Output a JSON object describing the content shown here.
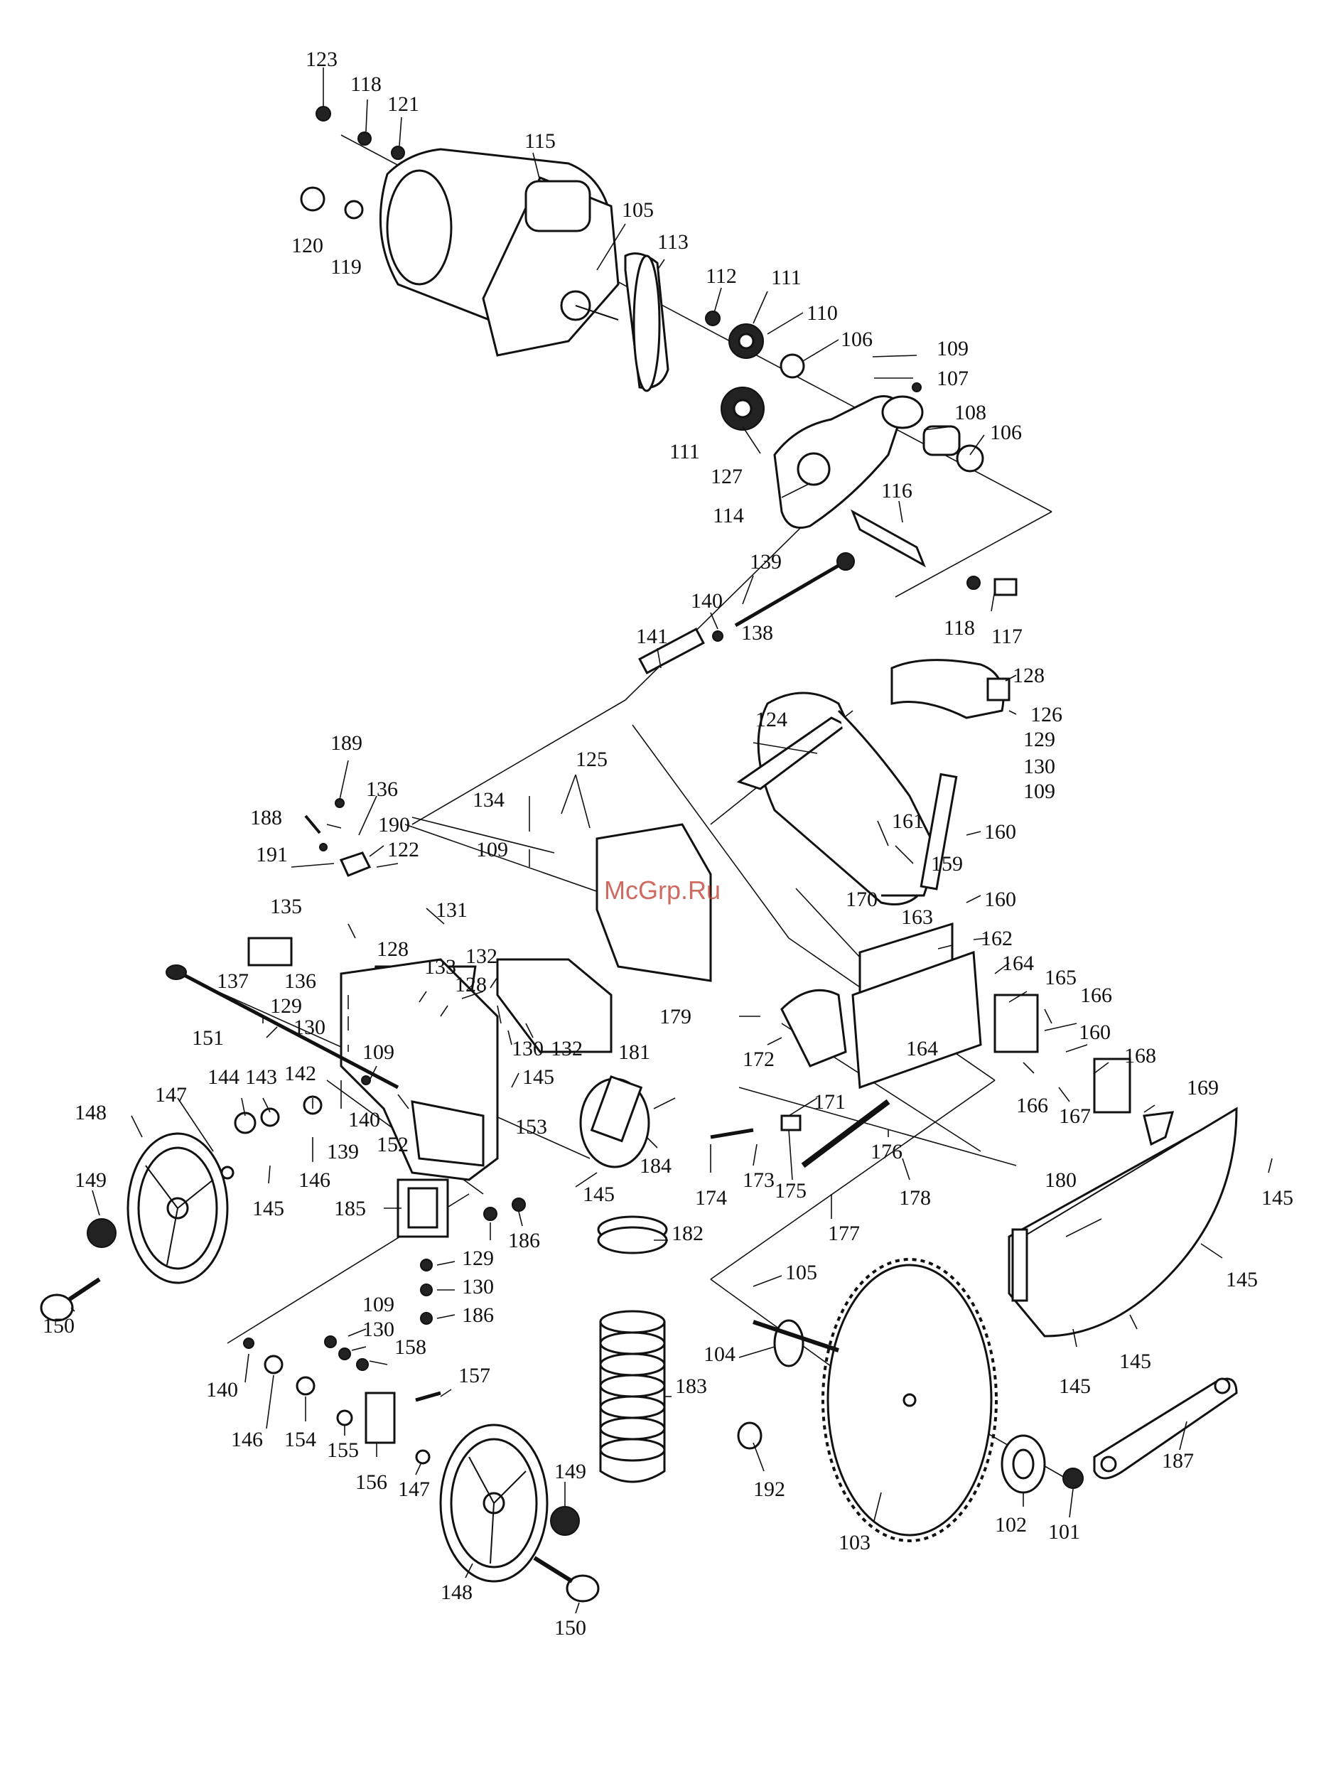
{
  "watermark": "McGrp.Ru",
  "part_numbers": {
    "p101": "101",
    "p102": "102",
    "p103": "103",
    "p104": "104",
    "p105a": "105",
    "p105b": "105",
    "p106a": "106",
    "p106b": "106",
    "p107": "107",
    "p108": "108",
    "p109a": "109",
    "p109b": "109",
    "p109c": "109",
    "p109d": "109",
    "p109e": "109",
    "p110": "110",
    "p111a": "111",
    "p111b": "111",
    "p112": "112",
    "p113": "113",
    "p114": "114",
    "p115": "115",
    "p116": "116",
    "p117": "117",
    "p118a": "118",
    "p118b": "118",
    "p119": "119",
    "p120": "120",
    "p121": "121",
    "p122": "122",
    "p123": "123",
    "p124": "124",
    "p125": "125",
    "p126": "126",
    "p127": "127",
    "p128a": "128",
    "p128b": "128",
    "p128c": "128",
    "p129a": "129",
    "p129b": "129",
    "p129c": "129",
    "p130a": "130",
    "p130b": "130",
    "p130c": "130",
    "p130d": "130",
    "p130e": "130",
    "p131": "131",
    "p132a": "132",
    "p132b": "132",
    "p133": "133",
    "p134": "134",
    "p135": "135",
    "p136a": "136",
    "p136b": "136",
    "p137": "137",
    "p138": "138",
    "p139a": "139",
    "p139b": "139",
    "p140a": "140",
    "p140b": "140",
    "p140c": "140",
    "p141": "141",
    "p142": "142",
    "p143": "143",
    "p144": "144",
    "p145a": "145",
    "p145b": "145",
    "p145c": "145",
    "p145d": "145",
    "p145e": "145",
    "p145f": "145",
    "p145g": "145",
    "p146a": "146",
    "p146b": "146",
    "p147a": "147",
    "p147b": "147",
    "p148a": "148",
    "p148b": "148",
    "p149a": "149",
    "p149b": "149",
    "p150a": "150",
    "p150b": "150",
    "p151": "151",
    "p152": "152",
    "p153": "153",
    "p154": "154",
    "p155": "155",
    "p156": "156",
    "p157": "157",
    "p158": "158",
    "p159": "159",
    "p160a": "160",
    "p160b": "160",
    "p160c": "160",
    "p161": "161",
    "p162": "162",
    "p163": "163",
    "p164a": "164",
    "p164b": "164",
    "p165": "165",
    "p166a": "166",
    "p166b": "166",
    "p167": "167",
    "p168": "168",
    "p169": "169",
    "p170": "170",
    "p171": "171",
    "p172": "172",
    "p173": "173",
    "p174": "174",
    "p175": "175",
    "p176": "176",
    "p177": "177",
    "p178": "178",
    "p179": "179",
    "p180": "180",
    "p181": "181",
    "p182": "182",
    "p183": "183",
    "p184": "184",
    "p185": "185",
    "p186a": "186",
    "p186b": "186",
    "p187": "187",
    "p188": "188",
    "p189": "189",
    "p190": "190",
    "p191": "191",
    "p192": "192"
  }
}
